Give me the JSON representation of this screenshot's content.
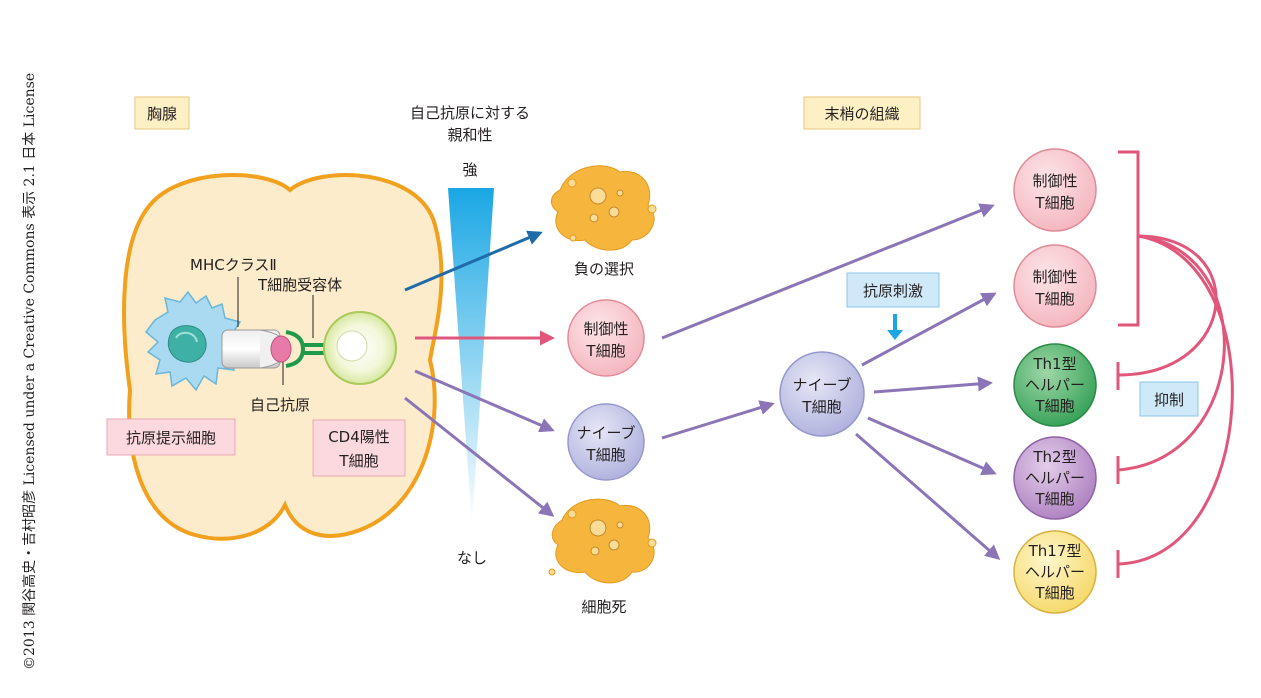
{
  "copyright": "©2013 関谷高史・吉村昭彦 Licensed under a Creative Commons 表示 2.1 日本 License",
  "thymus": {
    "title": "胸腺",
    "mhc_label": "MHCクラスⅡ",
    "tcr_label": "T細胞受容体",
    "self_antigen_label": "自己抗原",
    "apc_label": "抗原提示細胞",
    "cd4_line1": "CD4陽性",
    "cd4_line2": "T細胞"
  },
  "affinity": {
    "title_line1": "自己抗原に対する",
    "title_line2": "親和性",
    "strong": "強",
    "none": "なし"
  },
  "fates": {
    "negative_selection": "負の選択",
    "treg_line1": "制御性",
    "treg_line2": "T細胞",
    "naive_line1": "ナイーブ",
    "naive_line2": "T細胞",
    "death": "細胞死"
  },
  "periphery": {
    "title": "末梢の組織",
    "antigen_stim": "抗原刺激",
    "naive_line1": "ナイーブ",
    "naive_line2": "T細胞",
    "suppression": "抑制",
    "treg_a_line1": "制御性",
    "treg_a_line2": "T細胞",
    "treg_b_line1": "制御性",
    "treg_b_line2": "T細胞",
    "th1_line1": "Th1型",
    "th1_line2": "ヘルパー",
    "th1_line3": "T細胞",
    "th2_line1": "Th2型",
    "th2_line2": "ヘルパー",
    "th2_line3": "T細胞",
    "th17_line1": "Th17型",
    "th17_line2": "ヘルパー",
    "th17_line3": "T細胞"
  },
  "colors": {
    "thymus_fill": "#fdeccb",
    "thymus_stroke": "#f1a11e",
    "purple_arrow": "#8b75b6",
    "pink_arrow": "#e1577b",
    "blue_arrow": "#1f6aa8",
    "treg_fill": "#f8c9cf",
    "naive_fill": "#c9cae8",
    "th1_fill": "#3aa45a",
    "th2_fill": "#b58bc6",
    "th17_fill": "#f9e07f",
    "label_box_yellow": "#fdf0c4",
    "label_box_pink": "#fbd9de",
    "label_box_blue": "#cfe9f8",
    "gradient_top": "#1aa7e4",
    "apc_fill": "#a9daf1",
    "dead_cell": "#f6b63e"
  }
}
